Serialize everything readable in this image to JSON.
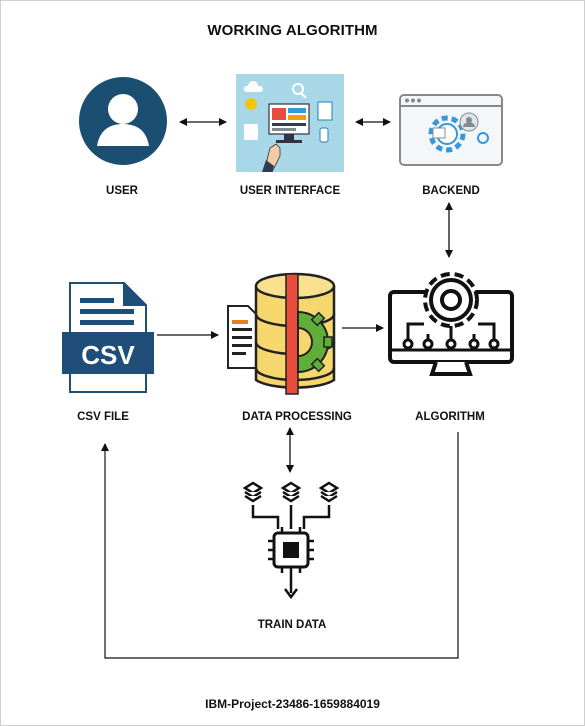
{
  "title": "WORKING ALGORITHM",
  "nodes": {
    "user": "USER",
    "user_interface": "USER INTERFACE",
    "backend": "BACKEND",
    "csv_file": "CSV FILE",
    "data_processing": "DATA PROCESSING",
    "algorithm": "ALGORITHM",
    "train_data": "TRAIN DATA"
  },
  "csv_icon_text": "CSV",
  "footer": "IBM-Project-23486-1659884019",
  "icons": {
    "user": "user-avatar-icon",
    "user_interface": "ui-touchscreen-icon",
    "backend": "browser-gear-icon",
    "csv_file": "csv-file-icon",
    "data_processing": "database-gear-icon",
    "algorithm": "monitor-gear-icon",
    "train_data": "neural-chip-icon"
  },
  "colors": {
    "user_icon": "#1b4f72",
    "ui_background": "#a8d8e8",
    "csv_icon": "#1f4e79",
    "database": "#f5d76e",
    "gear_green": "#5fae3a"
  }
}
